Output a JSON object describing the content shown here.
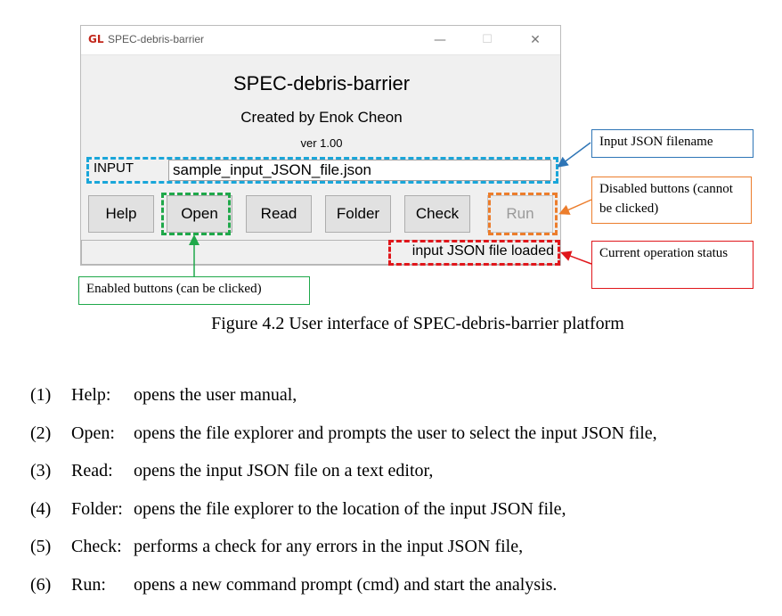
{
  "window": {
    "title": "SPEC-debris-barrier",
    "app_icon": "GL",
    "controls": {
      "minimize": "—",
      "maximize": "☐",
      "close": "✕"
    }
  },
  "app": {
    "heading": "SPEC-debris-barrier",
    "author": "Created by Enok Cheon",
    "version": "ver 1.00",
    "input_label": "INPUT",
    "input_value": "sample_input_JSON_file.json",
    "status": "input JSON file loaded"
  },
  "buttons": [
    {
      "label": "Help",
      "enabled": true
    },
    {
      "label": "Open",
      "enabled": true
    },
    {
      "label": "Read",
      "enabled": true
    },
    {
      "label": "Folder",
      "enabled": true
    },
    {
      "label": "Check",
      "enabled": true
    },
    {
      "label": "Run",
      "enabled": false
    }
  ],
  "callouts": {
    "filename": "Input JSON filename",
    "disabled": "Disabled buttons (cannot be clicked)",
    "status": "Current operation status",
    "enabled": "Enabled buttons (can be clicked)"
  },
  "colors": {
    "blue": "#1aa6d9",
    "green": "#1fa84a",
    "orange": "#ec7d2c",
    "red": "#e0161b",
    "callout_blue": "#2e75b6"
  },
  "caption": "Figure 4.2 User interface of SPEC-debris-barrier platform",
  "list": [
    {
      "num": "(1)",
      "name": "Help:",
      "desc": "opens the user manual,"
    },
    {
      "num": "(2)",
      "name": "Open:",
      "desc": "opens the file explorer and prompts the user to select the input JSON file,"
    },
    {
      "num": "(3)",
      "name": "Read:",
      "desc": "opens the input JSON file on a text editor,"
    },
    {
      "num": "(4)",
      "name": "Folder:",
      "desc": "opens the file explorer to the location of the input JSON file,"
    },
    {
      "num": "(5)",
      "name": "Check:",
      "desc": "performs a check for any errors in the input JSON file,"
    },
    {
      "num": "(6)",
      "name": "Run:",
      "desc": "opens a new command prompt (cmd) and start the analysis."
    }
  ]
}
